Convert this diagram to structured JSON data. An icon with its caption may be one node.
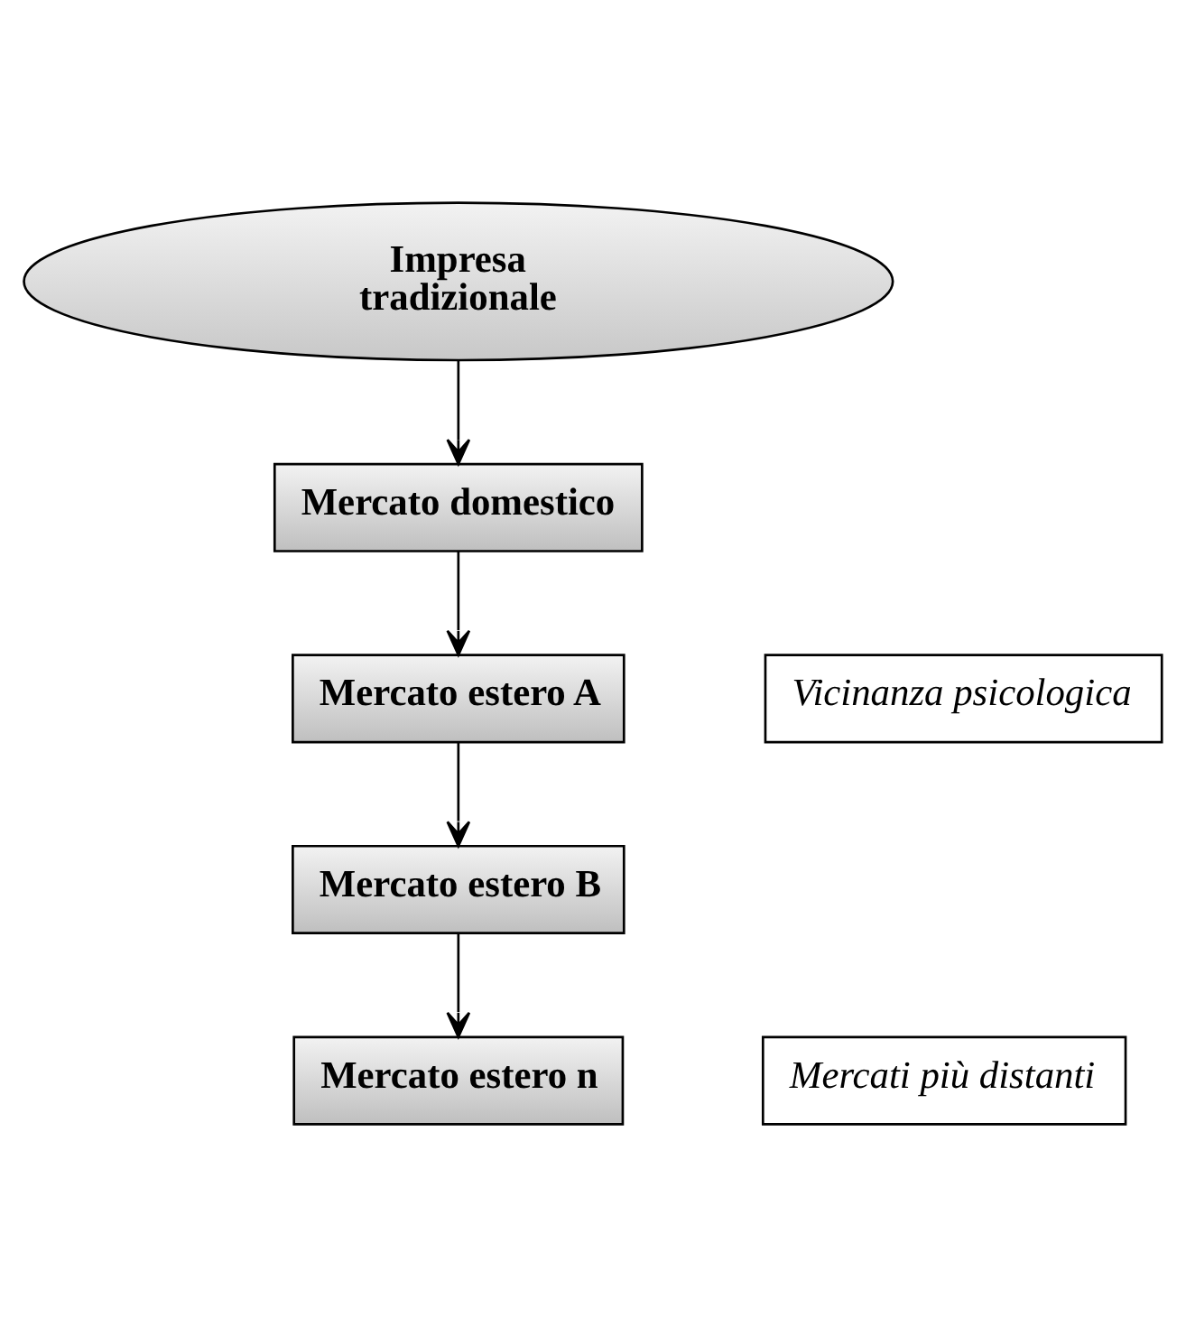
{
  "diagram": {
    "nodes": [
      {
        "text": [
          "Impresa tradizionale"
        ]
      },
      {
        "text": [
          "Mercato domestico"
        ]
      },
      {
        "text": [
          "Mercato estero A"
        ]
      },
      {
        "text": [
          "Mercato estero B"
        ]
      },
      {
        "text": [
          "Mercato estero n"
        ]
      },
      {
        "text": [
          "Vicinanza psicologica"
        ]
      },
      {
        "text": [
          "Mercati più distanti"
        ]
      }
    ],
    "edges": [
      {
        "from": 0,
        "to": 1,
        "arrow": "to"
      },
      {
        "from": 1,
        "to": 2,
        "arrow": "to"
      },
      {
        "from": 2,
        "to": 3,
        "arrow": "to"
      },
      {
        "from": 3,
        "to": 4,
        "arrow": "to"
      }
    ]
  }
}
